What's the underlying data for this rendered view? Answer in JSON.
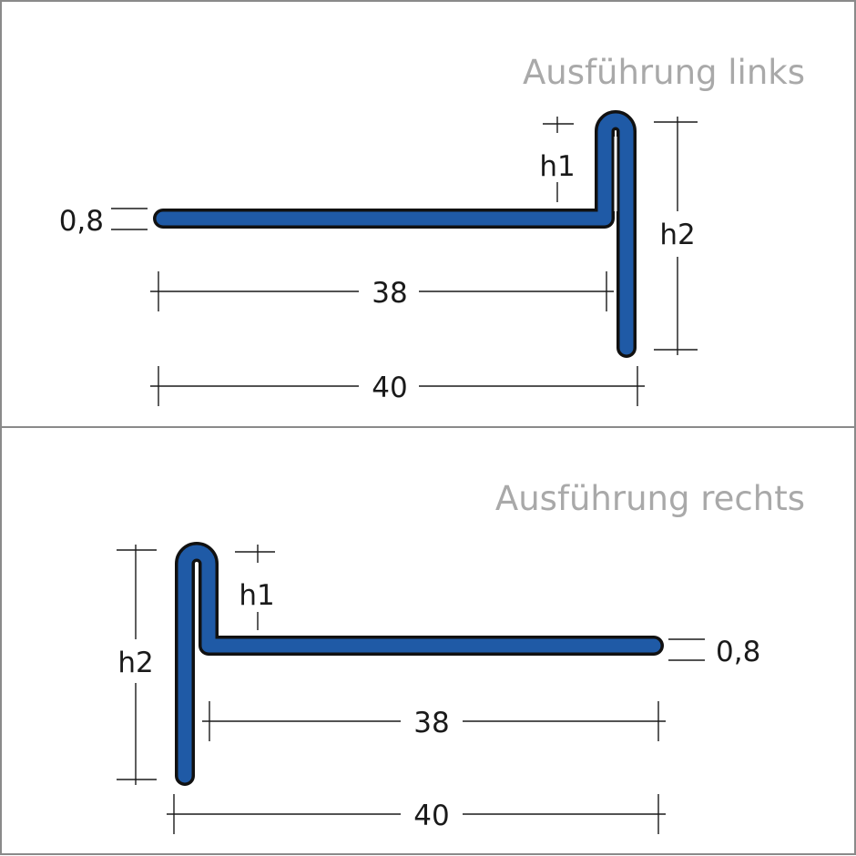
{
  "colors": {
    "profile_fill": "#1f5aa6",
    "profile_outline": "#111111",
    "panel_border": "#8a8a8a",
    "title_text": "#a9a9a9",
    "dimension_text": "#1a1a1a"
  },
  "panels": [
    {
      "title": "Ausführung links",
      "thickness": "0,8",
      "h1": "h1",
      "h2": "h2",
      "inner_length": "38",
      "total_length": "40"
    },
    {
      "title": "Ausführung rechts",
      "thickness": "0,8",
      "h1": "h1",
      "h2": "h2",
      "inner_length": "38",
      "total_length": "40"
    }
  ]
}
